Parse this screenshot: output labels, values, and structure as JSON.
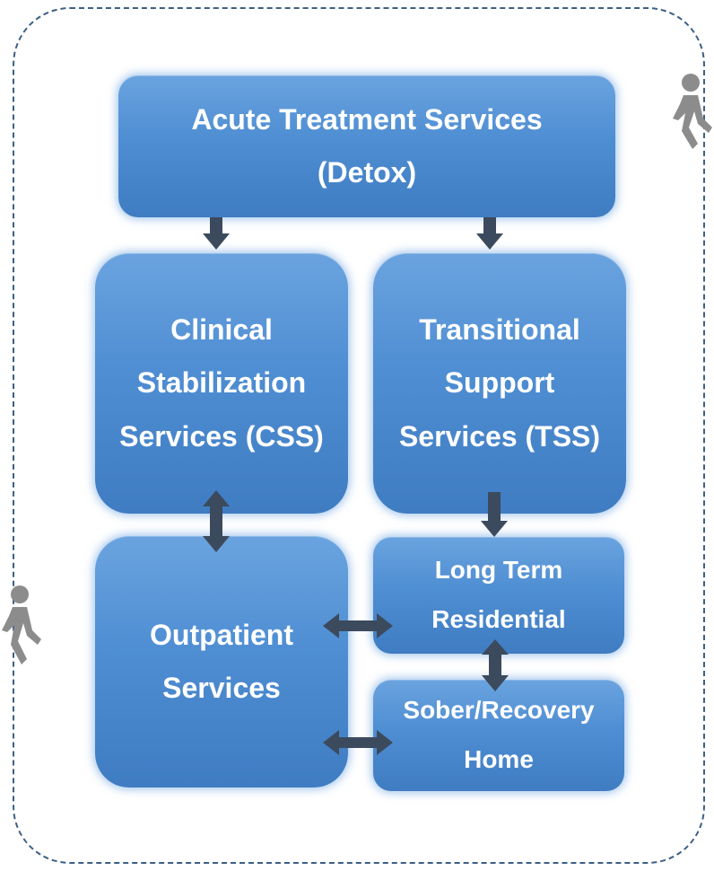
{
  "boxes": {
    "acute": "Acute Treatment Services\n(Detox)",
    "css": "Clinical\nStabilization\nServices (CSS)",
    "tss": "Transitional\nSupport\nServices (TSS)",
    "outpatient": "Outpatient\nServices",
    "long_term": "Long Term\nResidential",
    "sober": "Sober/Recovery\nHome"
  },
  "colors": {
    "box_fill": "#4f8ed3",
    "arrow": "#3c4a5e",
    "frame": "#3d5f86",
    "walker": "#8c8c8c"
  },
  "icons": [
    "walking-person-icon",
    "walking-person-icon"
  ]
}
